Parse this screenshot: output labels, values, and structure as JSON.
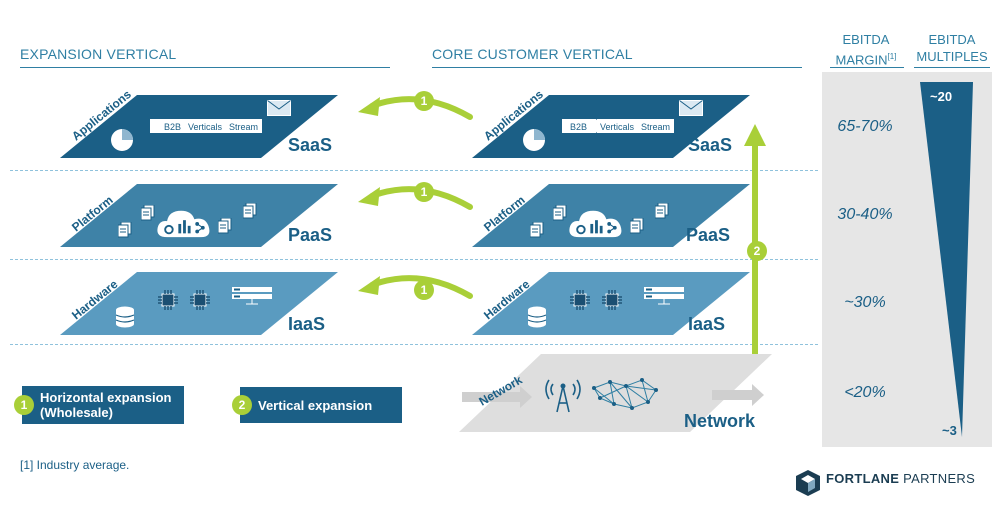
{
  "headers": {
    "expansion": "EXPANSION VERTICAL",
    "core": "CORE CUSTOMER VERTICAL",
    "ebitda_margin": [
      "EBITDA",
      "MARGIN"
    ],
    "ebitda_margin_ref": "[1]",
    "ebitda_multiples": [
      "EBITDA",
      "MULTIPLES"
    ]
  },
  "layers": [
    {
      "side_label": "Applications",
      "name": "SaaS",
      "margin": "65-70%",
      "chips": [
        "B2B",
        "Verticals",
        "Stream"
      ]
    },
    {
      "side_label": "Platform",
      "name": "PaaS",
      "margin": "30-40%"
    },
    {
      "side_label": "Hardware",
      "name": "IaaS",
      "margin": "~30%"
    },
    {
      "side_label": "Network",
      "name": "Network",
      "margin": "<20%"
    }
  ],
  "multiples": {
    "high": "~20",
    "low": "~3"
  },
  "arrow_labels": {
    "horizontal": "1",
    "vertical": "2"
  },
  "legend": [
    {
      "num": "1",
      "label_line1": "Horizontal expansion",
      "label_line2": "(Wholesale)"
    },
    {
      "num": "2",
      "label_line1": "Vertical expansion"
    }
  ],
  "footnote": "[1] Industry average.",
  "logo": {
    "bold": "FORTLANE",
    "normal": "PARTNERS"
  },
  "colors": {
    "dark_blue": "#1b5f86",
    "mid_blue": "#3e82a7",
    "light_blue": "#5a9bc0",
    "network_gray": "#dedede",
    "green": "#a9cf38",
    "header_blue": "#2f7fa3"
  }
}
